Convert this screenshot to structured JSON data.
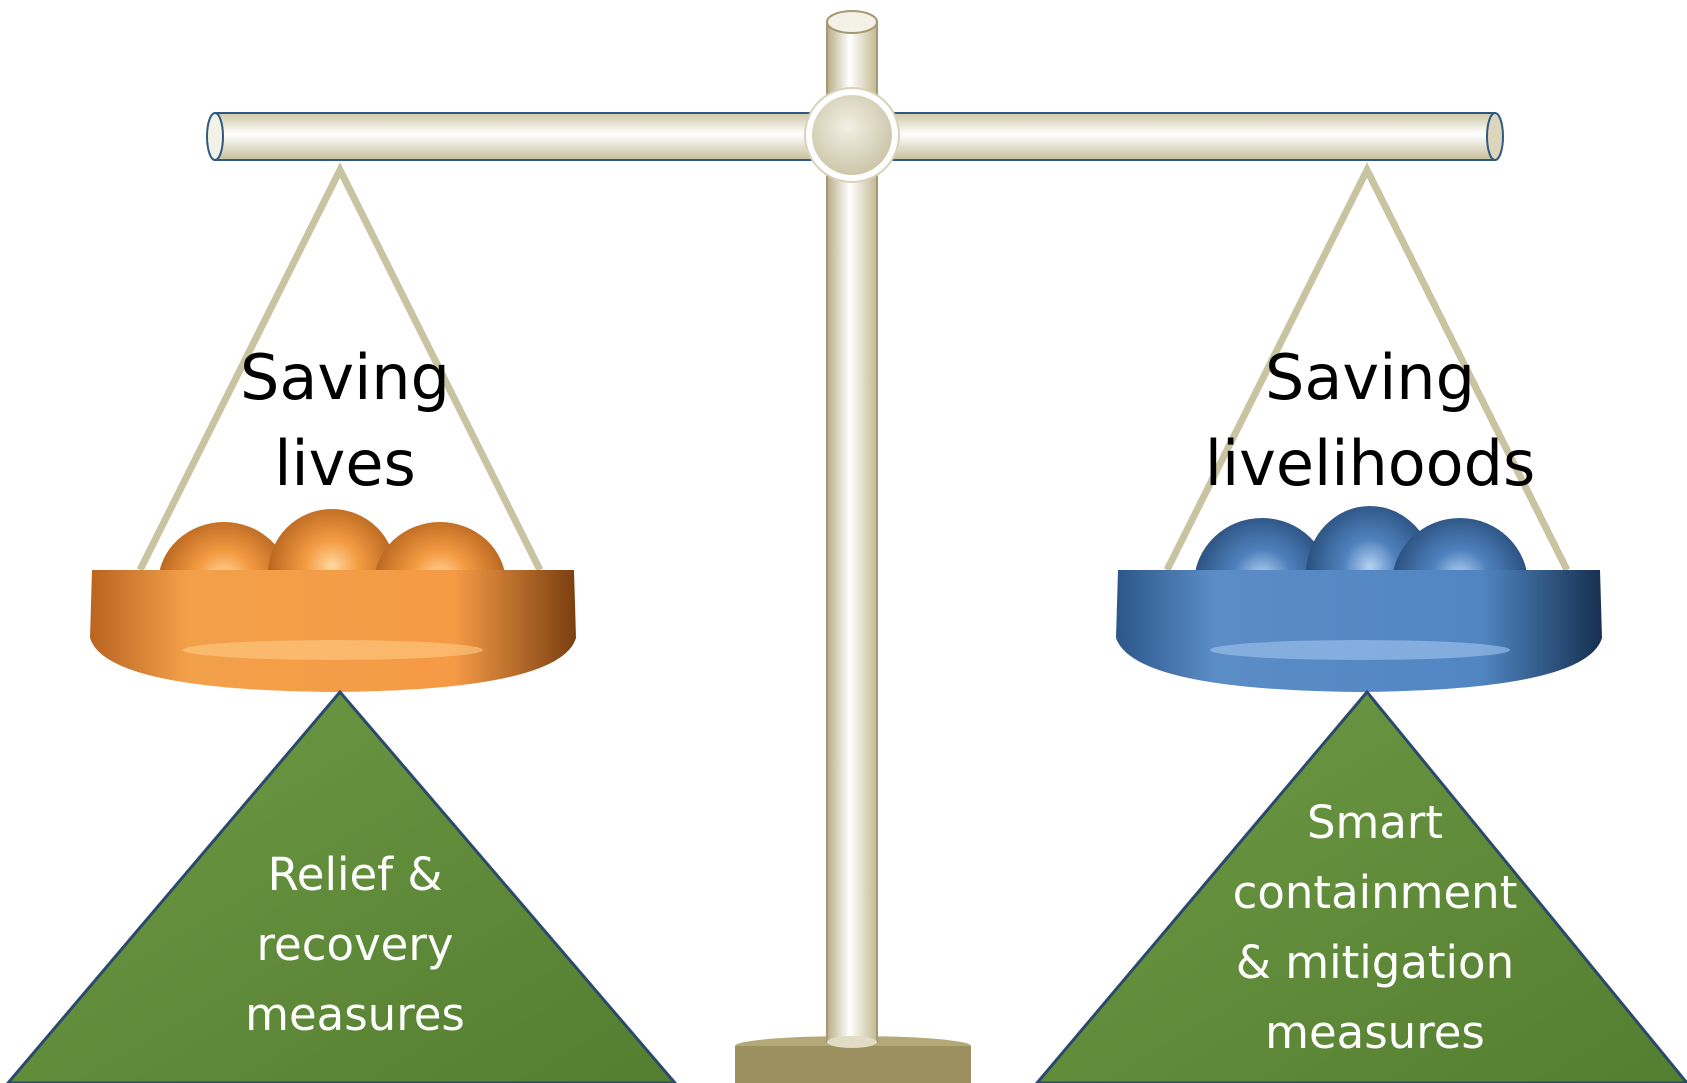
{
  "left": {
    "label_lines": [
      "Saving",
      "lives"
    ],
    "support_lines": [
      "Relief &",
      "recovery",
      "measures"
    ],
    "pan_color": "#f0933f"
  },
  "right": {
    "label_lines": [
      "Saving",
      "livelihoods"
    ],
    "support_lines": [
      "Smart",
      "containment",
      "& mitigation",
      "measures"
    ],
    "pan_color": "#4f81bd"
  },
  "colors": {
    "support_triangle": "#5e8a38",
    "beam": "#eeeadb",
    "base": "#9c9060",
    "rope": "#c8c3a0"
  }
}
